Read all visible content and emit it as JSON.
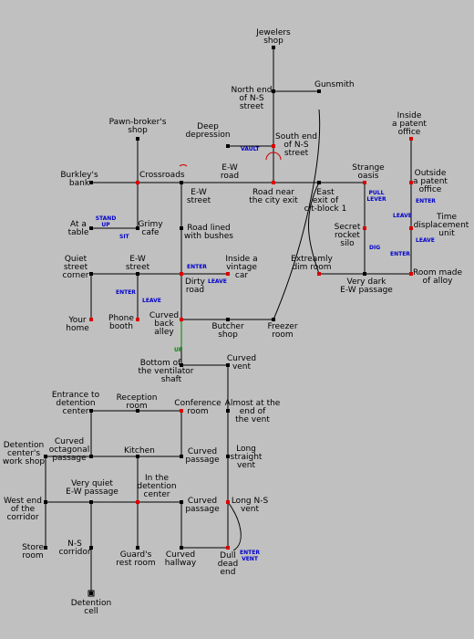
{
  "rooms": {
    "jewelers": "Jewelers shop",
    "gunsmith": "Gunsmith",
    "north_end": "North end of N-S street",
    "pawn": "Pawn-broker's shop",
    "deep": "Deep depression",
    "south_end": "South end of N-S street",
    "patent_in": "Inside a patent office",
    "burkley": "Burkley's bank",
    "crossroads": "Crossroads",
    "ew_road": "E-W road",
    "ew_street_top": "E-W street",
    "road_city": "Road near the city exit",
    "east_exit": "East exit of cit-block 1",
    "strange": "Strange oasis",
    "patent_out": "Outside a patent office",
    "table": "At a table",
    "grimy": "Grimy cafe",
    "bushes": "Road lined with bushes",
    "silo": "Secret rocket silo",
    "time_unit": "Time displacement unit",
    "quiet_corner": "Quiet street corner",
    "ew_street_mid": "E-W street",
    "vintage": "Inside a vintage car",
    "dim": "Extreamly dim room",
    "alloy": "Room made of alloy",
    "dirty": "Dirty road",
    "dark": "Very dark E-W passage",
    "home": "Your home",
    "booth": "Phone booth",
    "curved_alley": "Curved back alley",
    "butcher": "Butcher shop",
    "freezer": "Freezer room",
    "vent_bottom": "Bottom of the ventilator shaft",
    "curved_vent": "Curved vent",
    "entrance": "Entrance to detention center",
    "reception": "Reception room",
    "conference": "Conference room",
    "almost_end": "Almost at the end of the vent",
    "octagonal": "Curved octagonal passage",
    "kitchen": "Kitchen",
    "curved_p1": "Curved passage",
    "long_vent": "Long straight vent",
    "workshop": "Detention center's work shop",
    "quiet_ew": "Very quiet E-W passage",
    "in_detention": "In the detention center",
    "west_end": "West end of the corridor",
    "curved_p2": "Curved passage",
    "long_ns": "Long N-S vent",
    "store": "Store room",
    "ns_corr": "N-S corridor",
    "guard": "Guard's rest room",
    "curved_hall": "Curved hallway",
    "dull": "Dull dead end",
    "cell": "Detention cell"
  },
  "connectors": {
    "vault": "VAULT",
    "stand_up": "STAND UP",
    "sit": "SIT",
    "pull_lever": "PULL LEVER",
    "dig": "DIG",
    "enter_patent": "ENTER",
    "leave_patent": "LEAVE",
    "leave_time": "LEAVE",
    "enter_time": "ENTER",
    "enter_car": "ENTER",
    "leave_car": "LEAVE",
    "enter_booth": "ENTER",
    "leave_booth": "LEAVE",
    "up": "UP",
    "enter_vent": "ENTER VENT"
  }
}
